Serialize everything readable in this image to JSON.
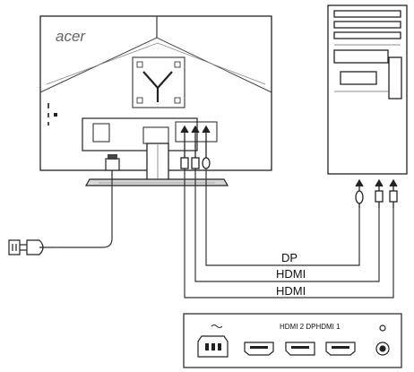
{
  "brand": "acer",
  "cables": [
    {
      "label": "DP"
    },
    {
      "label": "HDMI"
    },
    {
      "label": "HDMI"
    }
  ],
  "port_panel": {
    "labels": "HDMI 2 DPHDMI 1",
    "icons": [
      "ac-power-icon",
      "hdmi-2-port-icon",
      "displayport-icon",
      "hdmi-1-port-icon",
      "audio-out-icon"
    ]
  }
}
